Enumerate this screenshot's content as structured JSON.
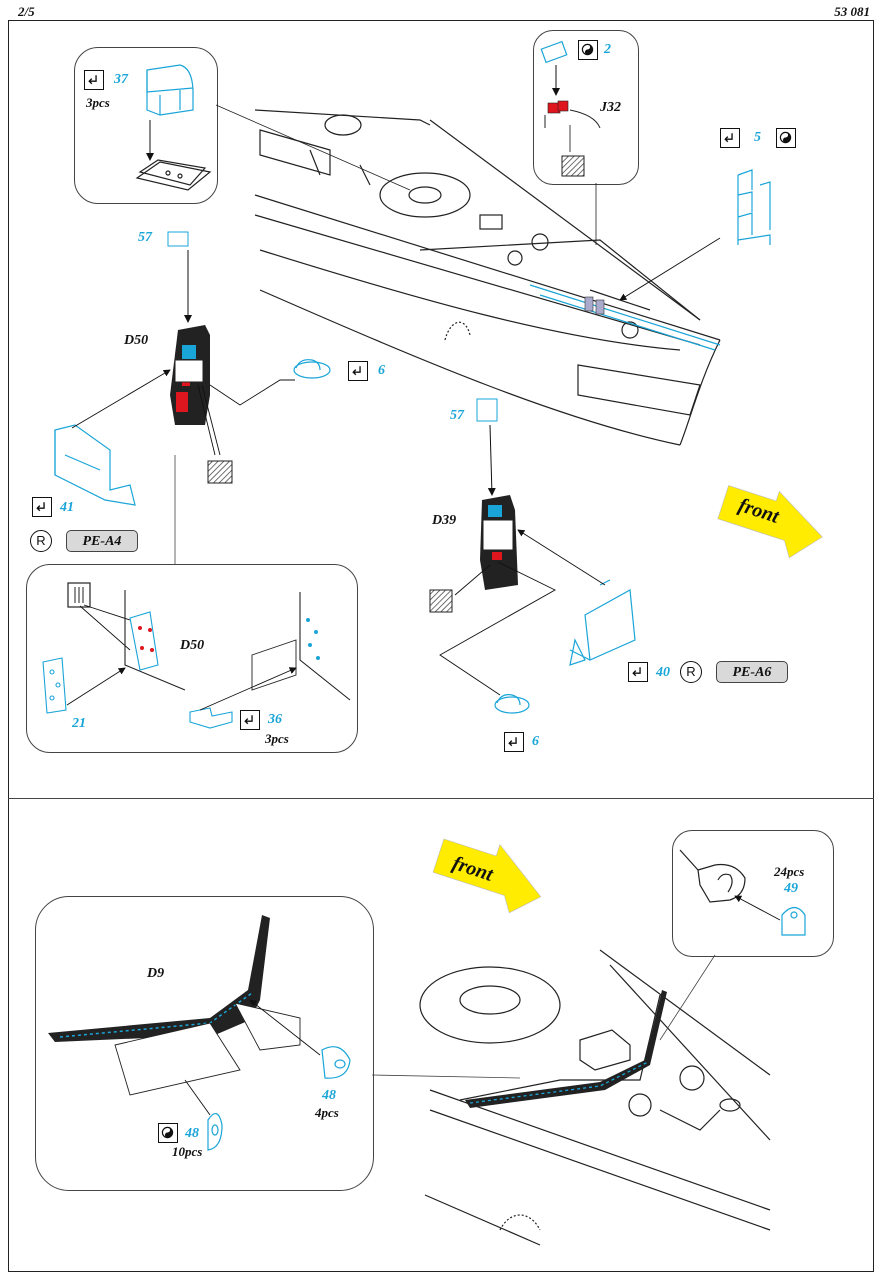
{
  "header": {
    "page": "2/5",
    "code": "53 081"
  },
  "top": {
    "inset37": {
      "num": "37",
      "qty": "3pcs"
    },
    "insetJ32": {
      "num": "2",
      "label": "J32"
    },
    "part5": {
      "num": "5"
    },
    "d50": {
      "label": "D50",
      "num57": "57",
      "num6": "6",
      "num41": "41",
      "pe": "PE-A4"
    },
    "insetD50": {
      "label": "D50",
      "num21": "21",
      "num36": "36",
      "qty": "3pcs"
    },
    "d39": {
      "label": "D39",
      "num57": "57",
      "num6": "6",
      "num40": "40",
      "pe": "PE-A6"
    },
    "front": "front"
  },
  "bottom": {
    "front": "front",
    "d9": {
      "label": "D9",
      "num48a": "48",
      "qty48a": "4pcs",
      "num48b": "48",
      "qty48b": "10pcs"
    },
    "inset49": {
      "qty": "24pcs",
      "num": "49"
    }
  },
  "colors": {
    "pe_blue": "#1aa5d8",
    "highlight_red": "#e0161e",
    "arrow_yellow": "#ffec00",
    "pill_gray": "#d9d9d9"
  },
  "icons": {
    "fold": "fold-icon",
    "half_etch": "half-etch-icon",
    "rolled": "rolled-icon",
    "registered": "registered-icon",
    "drill": "drill-icon",
    "texture": "texture-icon"
  }
}
